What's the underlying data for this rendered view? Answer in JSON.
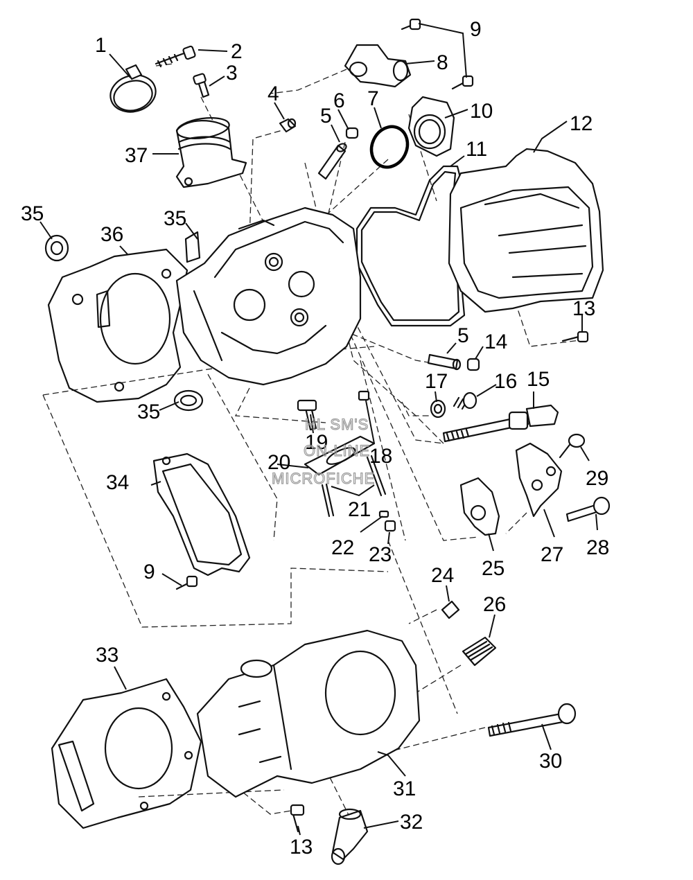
{
  "watermark": [
    "HL SM'S",
    "ON-LINE",
    "MICROFICHE"
  ],
  "callouts": [
    "1",
    "2",
    "3",
    "4",
    "5",
    "6",
    "7",
    "8",
    "9",
    "10",
    "11",
    "12",
    "35",
    "36",
    "35",
    "37",
    "13",
    "5",
    "14",
    "17",
    "16",
    "15",
    "19",
    "18",
    "20",
    "21",
    "29",
    "34",
    "22",
    "23",
    "25",
    "27",
    "28",
    "9",
    "24",
    "26",
    "33",
    "30",
    "31",
    "13",
    "32",
    "35"
  ]
}
